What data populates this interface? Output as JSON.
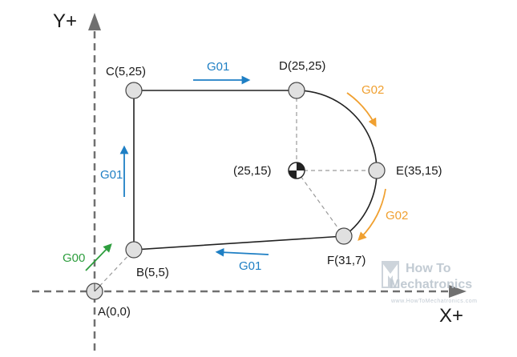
{
  "axes": {
    "x_label": "X+",
    "y_label": "Y+"
  },
  "points": {
    "A": "A(0,0)",
    "B": "B(5,5)",
    "C": "C(5,25)",
    "D": "D(25,25)",
    "E": "E(35,15)",
    "F": "F(31,7)",
    "center": "(25,15)"
  },
  "moves": {
    "g00": "G00",
    "g01_up": "G01",
    "g01_top": "G01",
    "g01_bottom": "G01",
    "g02_upper": "G02",
    "g02_lower": "G02"
  },
  "watermark": {
    "line1": "How To",
    "line2": "Mechatronics",
    "url": "www.HowToMechatronics.com"
  },
  "colors": {
    "g00": "#2e9e3e",
    "g01": "#1e7fc4",
    "g02": "#f0a030",
    "axis": "#707070",
    "path": "#222222",
    "point_fill": "#e0e0e0",
    "guide": "#9a9a9a"
  }
}
